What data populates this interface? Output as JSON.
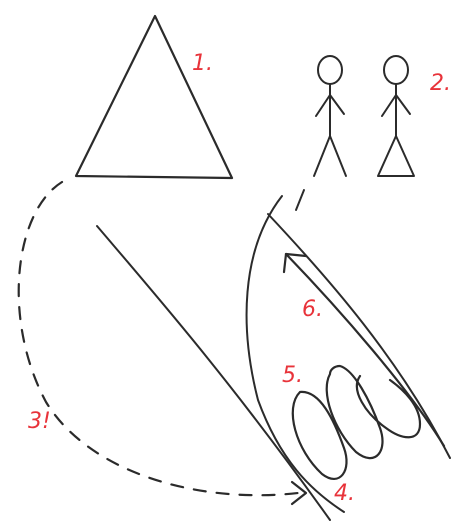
{
  "colors": {
    "ink": "#2b2b2b",
    "marker": "#e8333a",
    "background": "#ffffff"
  },
  "markers": {
    "m1": "1.",
    "m2": "2.",
    "m3": "3!",
    "m4": "4.",
    "m5": "5.",
    "m6": "6."
  },
  "figures": {
    "triangle": "triangle-icon",
    "person_left": "stick-figure-icon",
    "person_right": "stick-figure-icon"
  }
}
